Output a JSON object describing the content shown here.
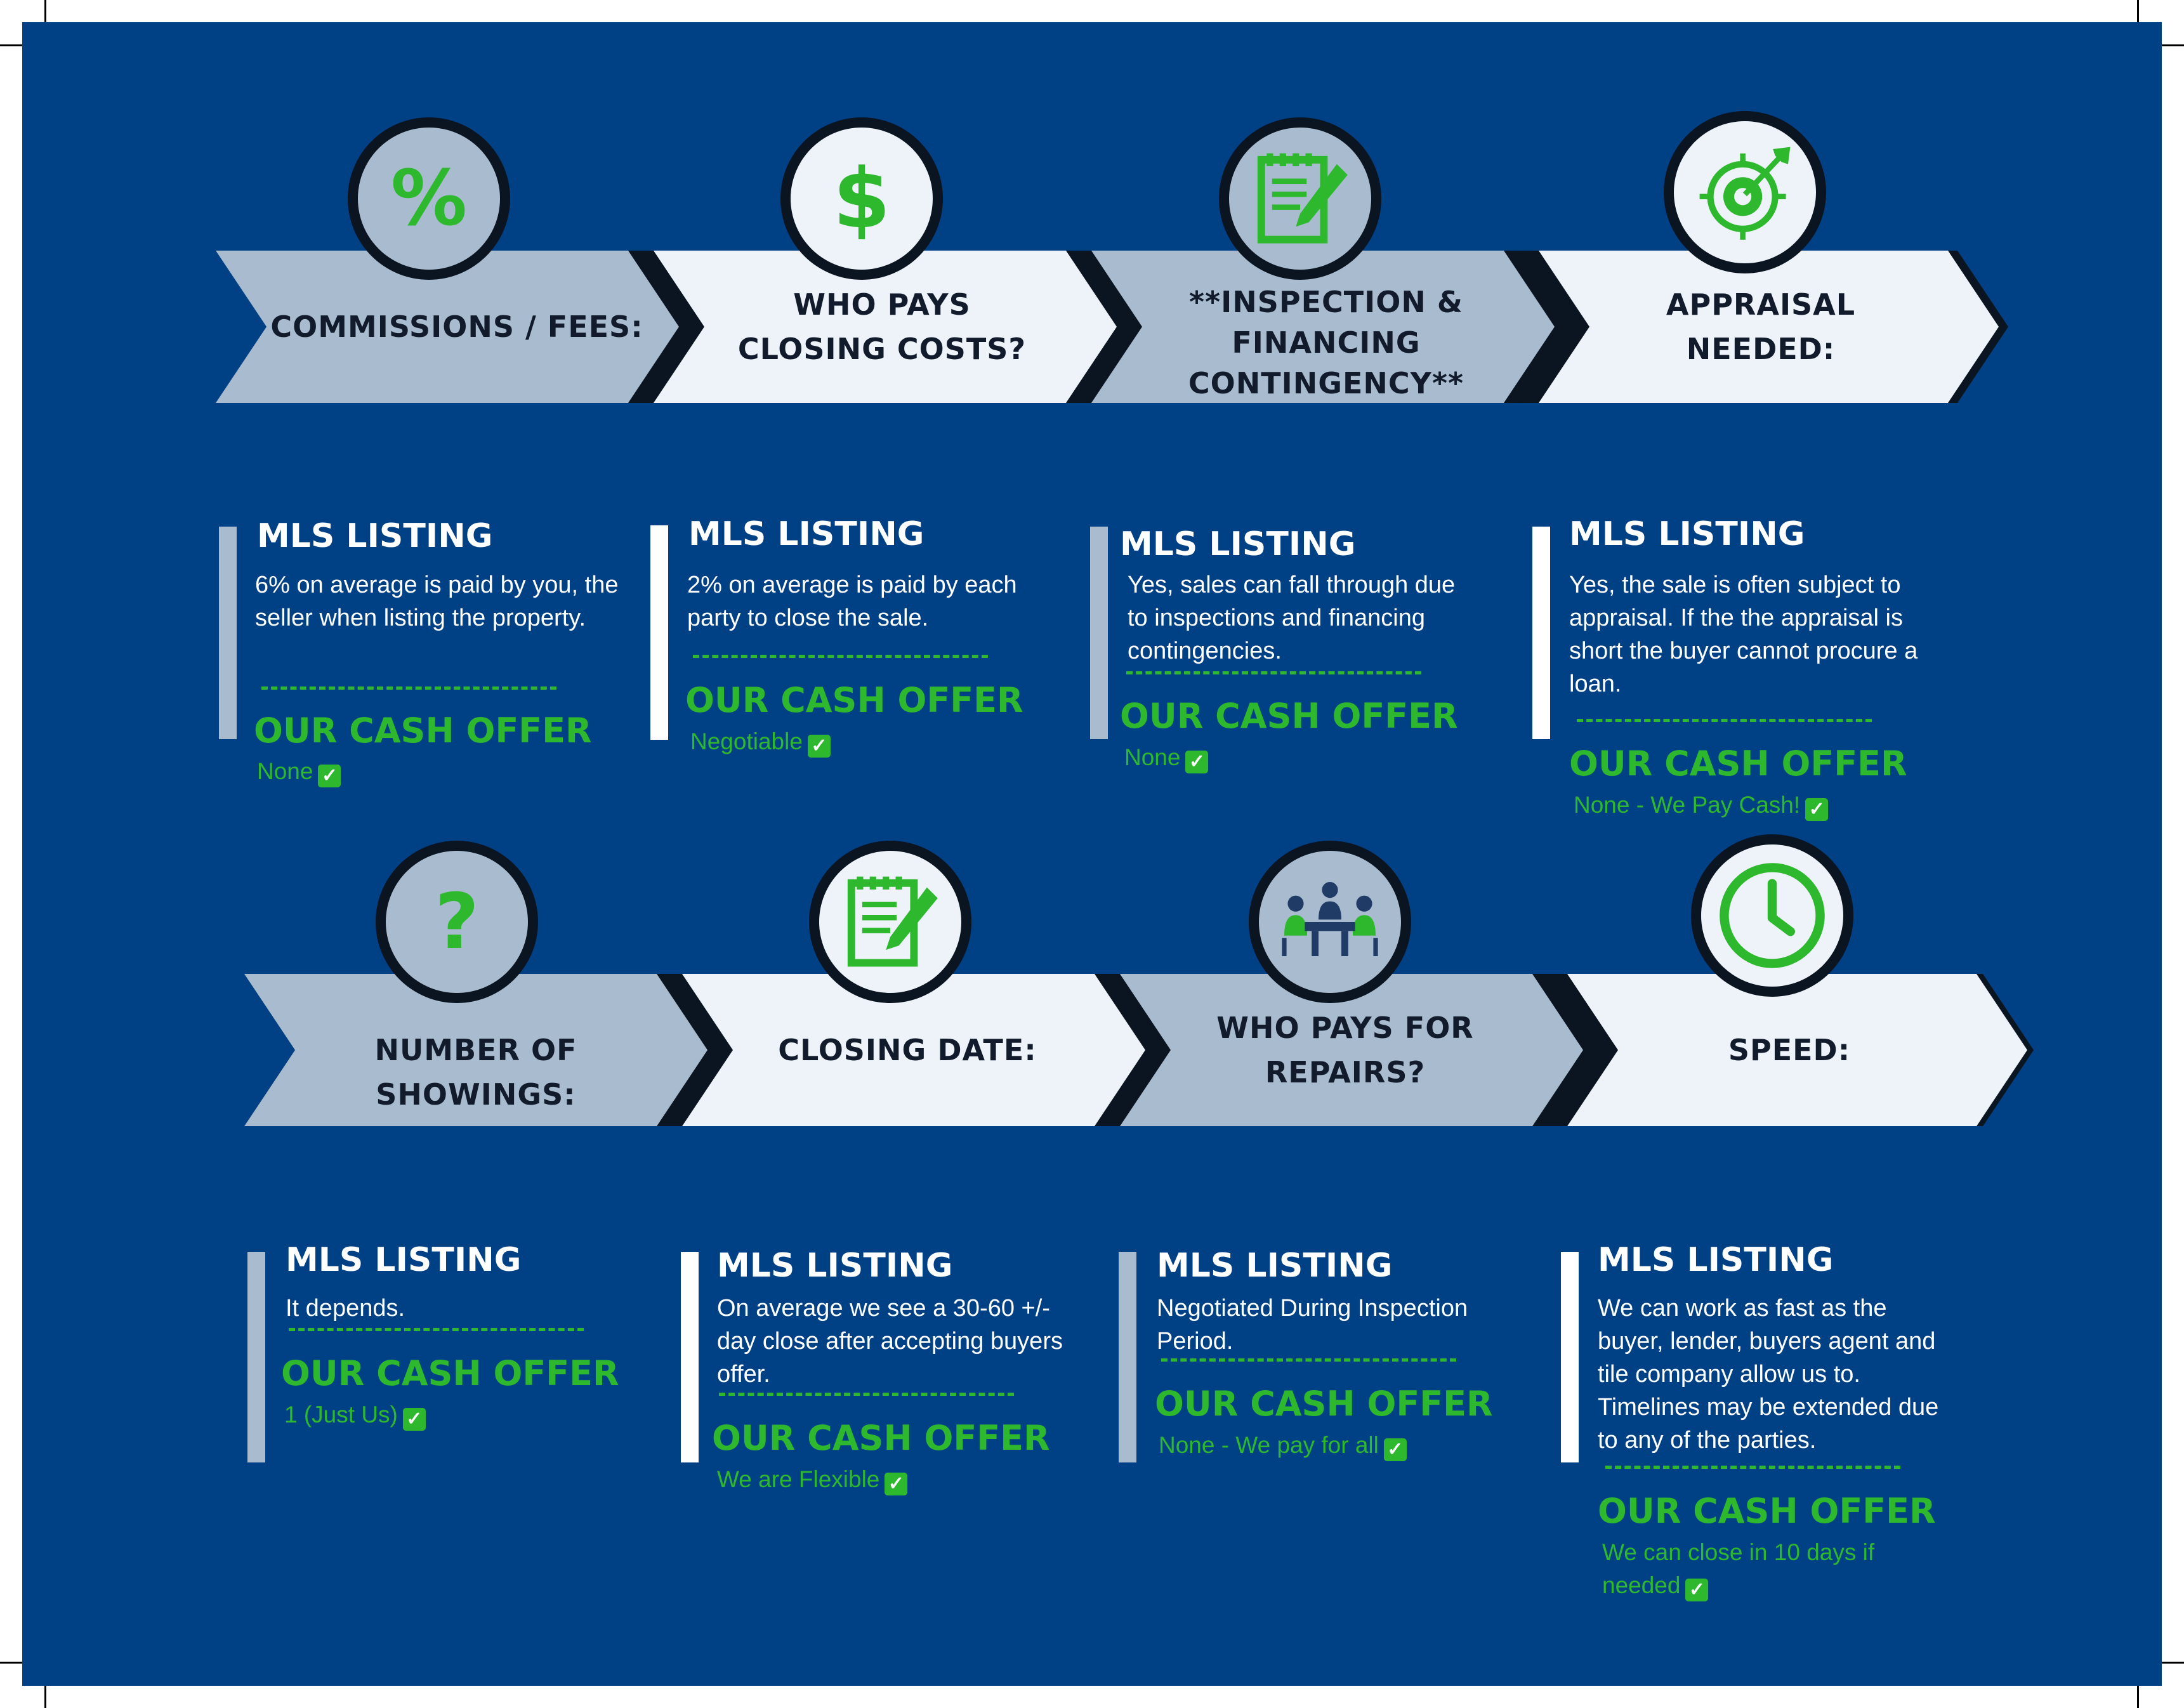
{
  "colors": {
    "background": "#004085",
    "accent_green": "#2db82d",
    "grey": "#a9bccf",
    "light": "#eef3f9",
    "dark": "#0b1421"
  },
  "row1": {
    "steps": [
      {
        "label": "COMMISSIONS / FEES:",
        "icon": "percent-icon",
        "glyph": "%"
      },
      {
        "label": "WHO PAYS\nCLOSING COSTS?",
        "icon": "dollar-icon",
        "glyph": "$"
      },
      {
        "label": "**INSPECTION &\nFINANCING\nCONTINGENCY**",
        "icon": "notepad-pencil-icon"
      },
      {
        "label": "APPRAISAL\nNEEDED:",
        "icon": "target-arrow-icon"
      }
    ],
    "cards": [
      {
        "mls_title": "MLS LISTING",
        "mls_text": "6% on average is paid by you, the seller when listing the property.",
        "cash_title": "OUR CASH OFFER",
        "cash_text": "None"
      },
      {
        "mls_title": "MLS LISTING",
        "mls_text": "2% on average is paid by each party to close the sale.",
        "cash_title": "OUR CASH OFFER",
        "cash_text": "Negotiable"
      },
      {
        "mls_title": "MLS LISTING",
        "mls_text": "Yes, sales can fall through due to inspections and financing contingencies.",
        "cash_title": "OUR CASH OFFER",
        "cash_text": "None"
      },
      {
        "mls_title": "MLS LISTING",
        "mls_text": "Yes, the sale is often subject to appraisal. If the the appraisal is short the buyer cannot procure a loan.",
        "cash_title": "OUR CASH OFFER",
        "cash_text": "None - We Pay Cash!"
      }
    ]
  },
  "row2": {
    "steps": [
      {
        "label": "NUMBER OF\nSHOWINGS:",
        "icon": "question-icon",
        "glyph": "?"
      },
      {
        "label": "CLOSING DATE:",
        "icon": "notepad-pencil-icon"
      },
      {
        "label": "WHO PAYS FOR\nREPAIRS?",
        "icon": "meeting-people-icon"
      },
      {
        "label": "SPEED:",
        "icon": "clock-icon"
      }
    ],
    "cards": [
      {
        "mls_title": "MLS LISTING",
        "mls_text": "It depends.",
        "cash_title": "OUR CASH OFFER",
        "cash_text": "1 (Just Us)"
      },
      {
        "mls_title": "MLS LISTING",
        "mls_text": "On average we see a 30-60 +/- day close after accepting buyers offer.",
        "cash_title": "OUR CASH OFFER",
        "cash_text": "We are Flexible"
      },
      {
        "mls_title": "MLS LISTING",
        "mls_text": "Negotiated During Inspection Period.",
        "cash_title": "OUR CASH OFFER",
        "cash_text": "None - We pay for all"
      },
      {
        "mls_title": "MLS LISTING",
        "mls_text": "We can work as fast as the buyer, lender, buyers agent and tile company allow us to. Timelines may be extended due to any of the parties.",
        "cash_title": "OUR CASH OFFER",
        "cash_text": "We can close in 10 days if needed"
      }
    ]
  }
}
